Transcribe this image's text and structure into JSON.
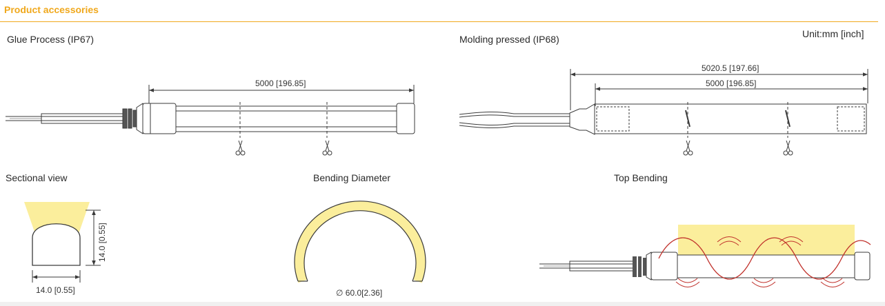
{
  "header": {
    "title": "Product accessories"
  },
  "unit": "Unit:mm [inch]",
  "glue": {
    "title": "Glue Process (IP67)",
    "length": "5000 [196.85]"
  },
  "molding": {
    "title": "Molding pressed (IP68)",
    "total_length": "5020.5 [197.66]",
    "length": "5000 [196.85]"
  },
  "sectional": {
    "title": "Sectional view",
    "height": "14.0 [0.55]",
    "width": "14.0 [0.55]"
  },
  "bending": {
    "title": "Bending Diameter",
    "diameter": "∅ 60.0[2.36]"
  },
  "top_bending": {
    "title": "Top Bending"
  },
  "colors": {
    "accent": "#f0a81c",
    "glow": "#fbee9c",
    "wave": "#c0302a",
    "line": "#3a3a3a"
  }
}
